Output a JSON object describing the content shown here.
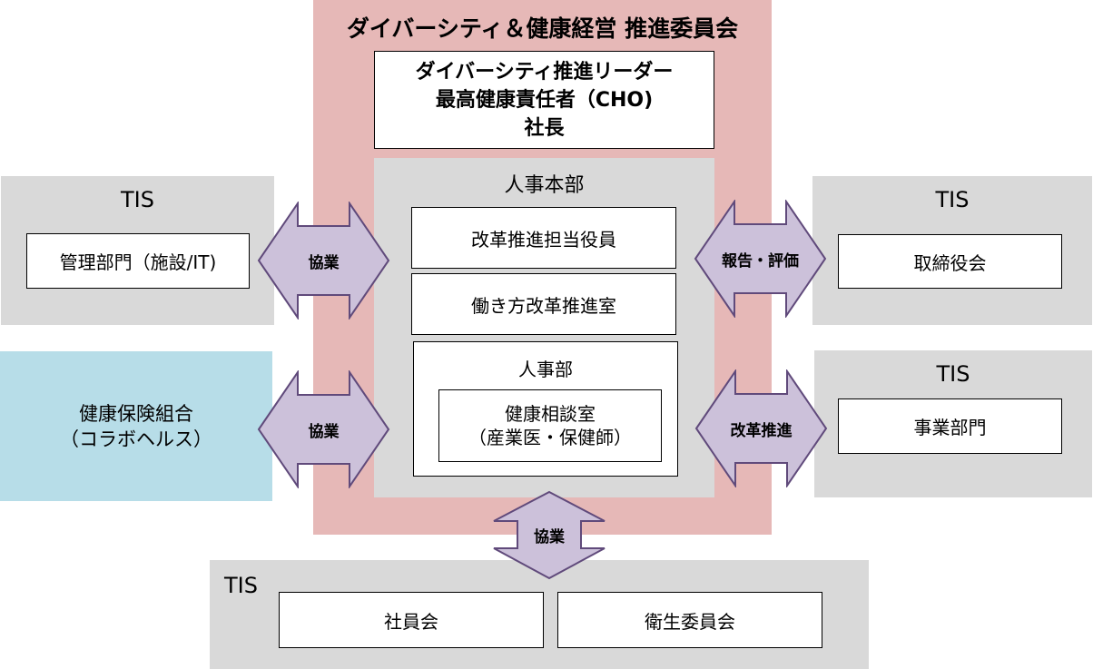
{
  "committee": {
    "title": "ダイバーシティ＆健康経営 推進委員会",
    "leader_lines": [
      "ダイバーシティ推進リーダー",
      "最高健康責任者（CHO)",
      "社長"
    ]
  },
  "hr_head": {
    "title": "人事本部",
    "units": [
      "改革推進担当役員",
      "働き方改革推進室"
    ],
    "hr_dept": {
      "title": "人事部",
      "consult_lines": [
        "健康相談室",
        "（産業医・保健師）"
      ]
    }
  },
  "left_top": {
    "org": "TIS",
    "unit": "管理部門（施設/IT)"
  },
  "left_bottom": {
    "lines": [
      "健康保険組合",
      "（コラボヘルス）"
    ]
  },
  "right_top": {
    "org": "TIS",
    "unit": "取締役会"
  },
  "right_bottom": {
    "org": "TIS",
    "unit": "事業部門"
  },
  "bottom": {
    "org": "TIS",
    "units": [
      "社員会",
      "衛生委員会"
    ]
  },
  "arrows": {
    "left_top": "協業",
    "left_bottom": "協業",
    "right_top": "報告・評価",
    "right_bottom": "改革推進",
    "bottom": "協業"
  },
  "colors": {
    "pink": "#e6b8b7",
    "gray": "#d9d9d9",
    "light_blue": "#b7dde8",
    "arrow_fill": "#ccc1da",
    "arrow_stroke": "#604a7b"
  }
}
